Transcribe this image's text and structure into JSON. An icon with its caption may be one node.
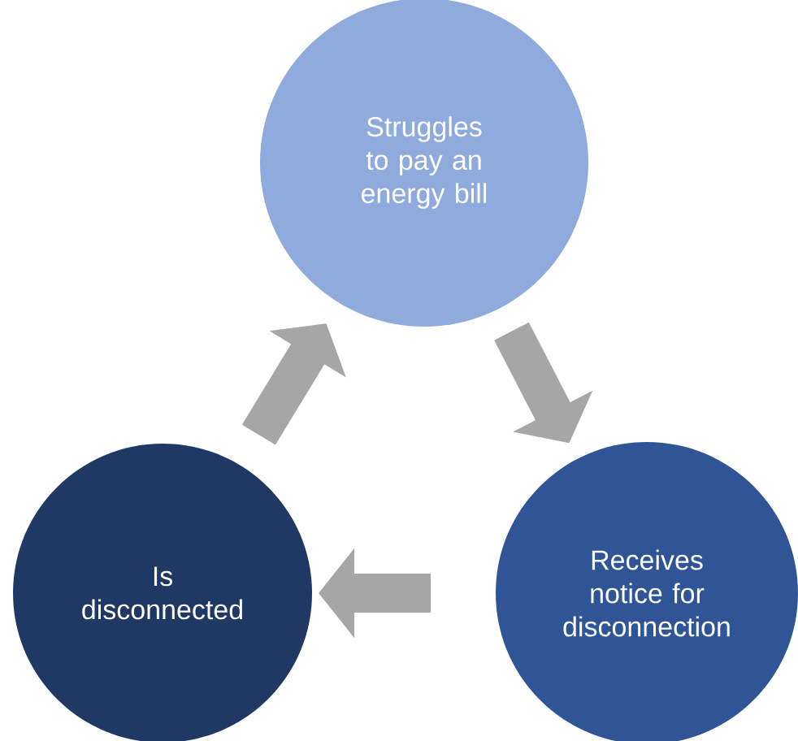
{
  "diagram": {
    "nodes": [
      {
        "text": [
          "Struggles to pay an energy bill"
        ]
      },
      {
        "text": [
          "Receives notice for disconnection"
        ]
      },
      {
        "text": [
          "Is disconnected"
        ]
      }
    ],
    "edges": [
      {
        "from": 0,
        "to": 1,
        "arrow": "to"
      },
      {
        "from": 1,
        "to": 2,
        "arrow": "to"
      },
      {
        "from": 2,
        "to": 0,
        "arrow": "to"
      }
    ]
  }
}
